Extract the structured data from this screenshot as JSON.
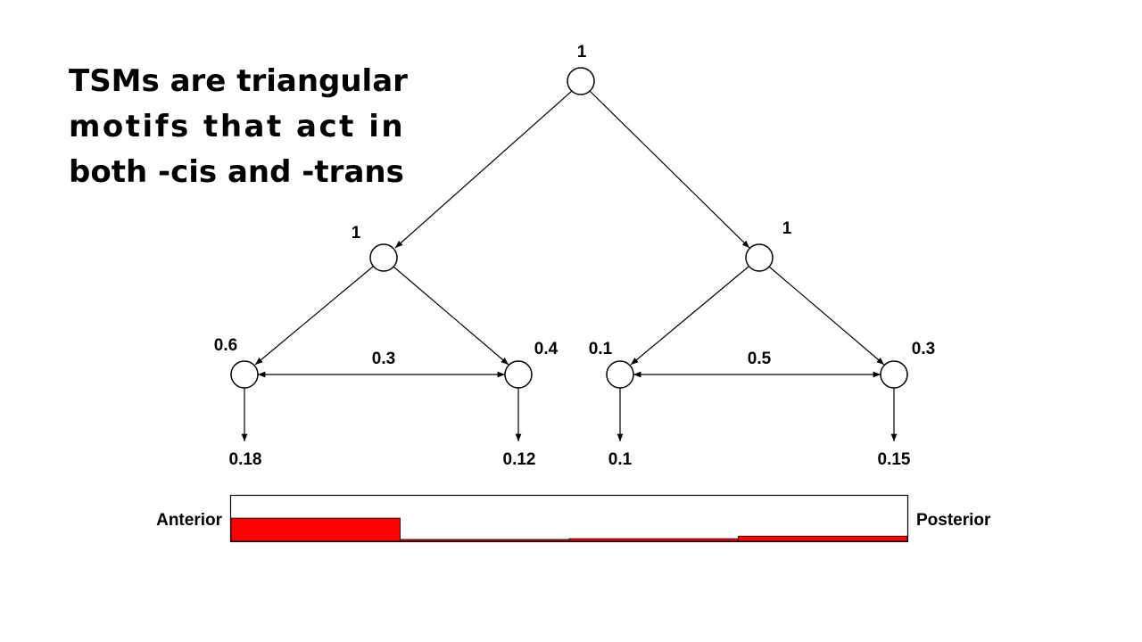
{
  "headline": {
    "lines": [
      "TSMs are triangular",
      "motifs that act in",
      "both -cis and -trans"
    ]
  },
  "tree": {
    "root": {
      "label": "1"
    },
    "left_parent": {
      "label": "1"
    },
    "right_parent": {
      "label": "1"
    },
    "leaves": [
      {
        "label": "0.6",
        "output": "0.18"
      },
      {
        "label": "0.4",
        "output": "0.12"
      },
      {
        "label": "0.1",
        "output": "0.1"
      },
      {
        "label": "0.3",
        "output": "0.15"
      }
    ],
    "lateral_links": [
      {
        "label": "0.3"
      },
      {
        "label": "0.5"
      }
    ]
  },
  "profile_bar": {
    "left_label": "Anterior",
    "right_label": "Posterior",
    "fill_color": "#ff0000",
    "segment_values": [
      0.18,
      0.01,
      0.02,
      0.04
    ]
  },
  "colors": {
    "stroke": "#000000",
    "bar_fill": "#ff0000",
    "bar_outline": "#000000"
  }
}
